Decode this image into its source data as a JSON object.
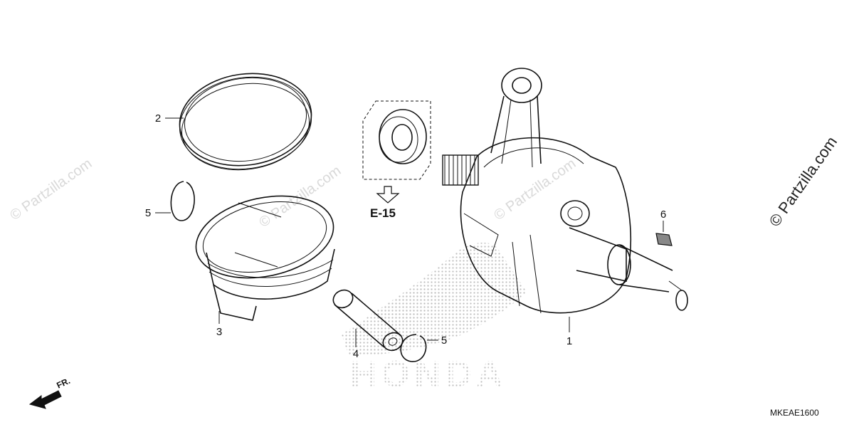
{
  "diagram": {
    "callouts": [
      {
        "id": "1",
        "label": "1"
      },
      {
        "id": "2",
        "label": "2"
      },
      {
        "id": "3",
        "label": "3"
      },
      {
        "id": "4",
        "label": "4"
      },
      {
        "id": "5a",
        "label": "5"
      },
      {
        "id": "5b",
        "label": "5"
      },
      {
        "id": "6",
        "label": "6"
      }
    ],
    "reference_label": "E-15",
    "front_indicator": "FR.",
    "diagram_code": "MKEAE1600",
    "brand_watermark": "HONDA",
    "watermarks": {
      "repeated": "© Partzilla.com",
      "side": "© Partzilla.com"
    }
  }
}
